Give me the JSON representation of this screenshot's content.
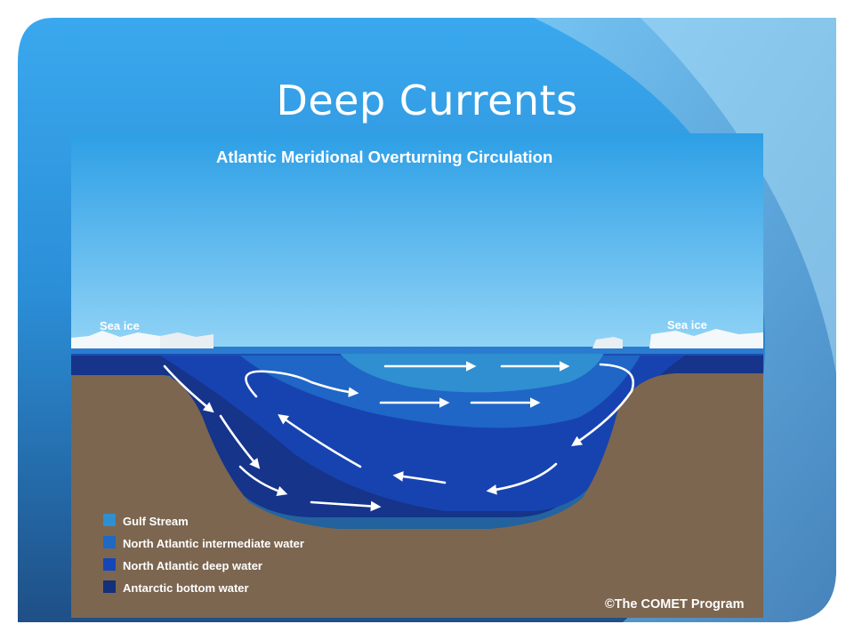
{
  "slide": {
    "title": "Deep Currents"
  },
  "figure": {
    "title": "Atlantic Meridional Overturning Circulation",
    "sea_ice_left": "Sea ice",
    "sea_ice_right": "Sea ice",
    "credit": "©The COMET Program",
    "legend": [
      {
        "label": "Gulf Stream",
        "color": "#2f8fd0"
      },
      {
        "label": "North Atlantic intermediate water",
        "color": "#1f68c4"
      },
      {
        "label": "North Atlantic deep water",
        "color": "#1546b8"
      },
      {
        "label": "Antarctic bottom water",
        "color": "#13307a"
      }
    ]
  },
  "colors": {
    "sky_top": "#2d9fe6",
    "sky_bottom": "#8fd2f5",
    "seafloor": "#7c6650",
    "arrow": "#ffffff"
  }
}
